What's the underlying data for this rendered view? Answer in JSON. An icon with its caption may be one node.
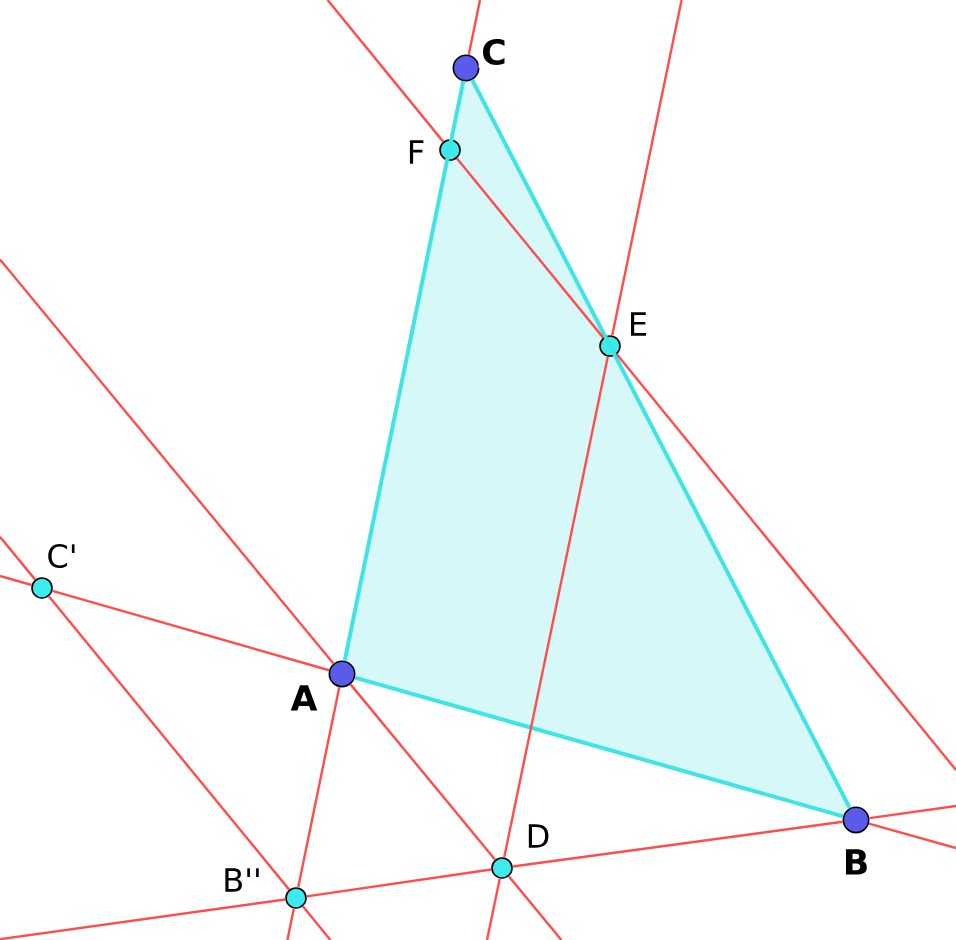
{
  "diagram": {
    "nodes": [
      {
        "text": [],
        "shape": "circle",
        "beside": [
          "C"
        ]
      },
      {
        "text": [],
        "shape": "circle",
        "beside": [
          "F"
        ]
      },
      {
        "text": [],
        "shape": "circle",
        "beside": [
          "E"
        ]
      },
      {
        "text": [],
        "shape": "circle",
        "beside": [
          "C'"
        ]
      },
      {
        "text": [],
        "shape": "circle",
        "beside": [
          "A"
        ]
      },
      {
        "text": [],
        "shape": "circle",
        "beside": [
          "B''"
        ]
      },
      {
        "text": [],
        "shape": "circle",
        "beside": [
          "D"
        ]
      },
      {
        "text": [],
        "shape": "circle",
        "beside": [
          "B"
        ]
      }
    ],
    "edges": [
      {
        "from": 4,
        "to": 0,
        "arrow": "none",
        "color": "#40e4e4"
      },
      {
        "from": 0,
        "to": 7,
        "arrow": "none",
        "color": "#40e4e4"
      },
      {
        "from": 4,
        "to": 7,
        "arrow": "none",
        "color": "#40e4e4"
      },
      {
        "from": 1,
        "to": 2,
        "arrow": "none"
      },
      {
        "from": 2,
        "to": 6,
        "arrow": "none"
      },
      {
        "from": 4,
        "to": 6,
        "arrow": "none"
      },
      {
        "from": 3,
        "to": 5,
        "arrow": "none"
      },
      {
        "from": 3,
        "to": 4,
        "arrow": "none"
      },
      {
        "from": 4,
        "to": 5,
        "arrow": "none"
      },
      {
        "from": 5,
        "to": 6,
        "arrow": "none"
      },
      {
        "from": 6,
        "to": 7,
        "arrow": "none"
      },
      {
        "from": 0,
        "to": null,
        "arrow": "none"
      },
      {
        "from": 5,
        "to": null,
        "arrow": "none"
      },
      {
        "from": 1,
        "to": null,
        "arrow": "none"
      },
      {
        "from": 2,
        "to": null,
        "arrow": "none"
      },
      {
        "from": 2,
        "to": null,
        "arrow": "none"
      },
      {
        "from": 6,
        "to": null,
        "arrow": "none"
      },
      {
        "from": 4,
        "to": null,
        "arrow": "none"
      },
      {
        "from": 6,
        "to": null,
        "arrow": "none"
      },
      {
        "from": 3,
        "to": null,
        "arrow": "none"
      },
      {
        "from": 5,
        "to": null,
        "arrow": "none"
      },
      {
        "from": 3,
        "to": null,
        "arrow": "none"
      },
      {
        "from": 7,
        "to": null,
        "arrow": "none"
      },
      {
        "from": 5,
        "to": null,
        "arrow": "none"
      },
      {
        "from": 7,
        "to": null,
        "arrow": "none"
      }
    ]
  }
}
